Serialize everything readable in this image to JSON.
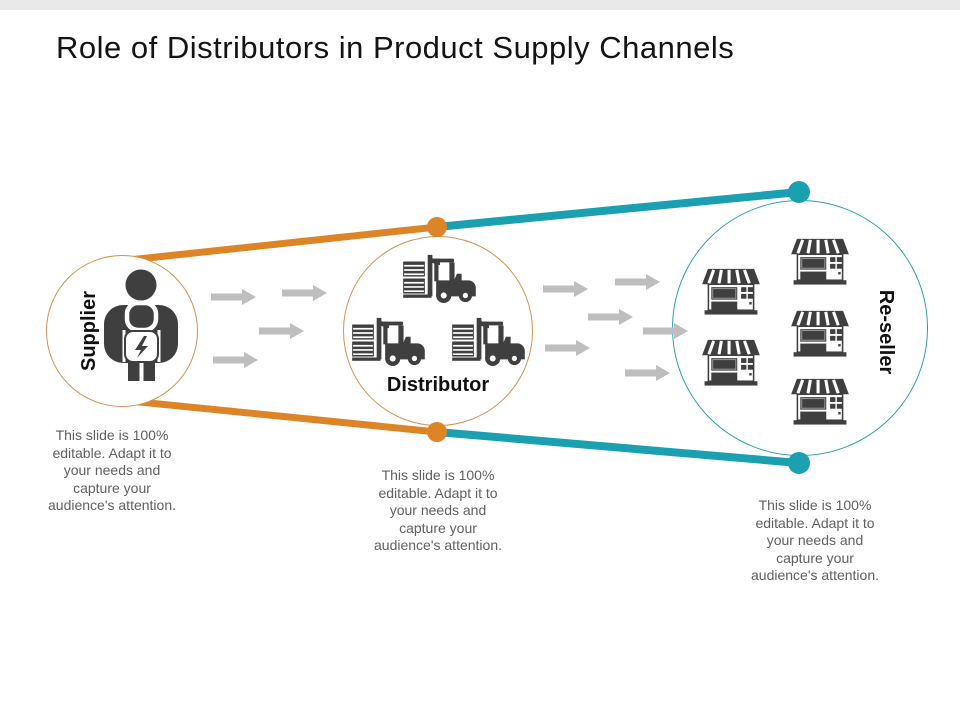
{
  "slide": {
    "title": "Role of Distributors in Product Supply Channels",
    "editable_note": "This slide is 100%\neditable. Adapt it to\nyour needs and\ncapture your\naudience's attention."
  },
  "nodes": {
    "supplier": {
      "label": "Supplier",
      "icon": "worker-icon",
      "icon_count": 1
    },
    "distributor": {
      "label": "Distributor",
      "icon": "forklift-icon",
      "icon_count": 3
    },
    "reseller": {
      "label": "Re-seller",
      "icon": "storefront-icon",
      "icon_count": 5
    }
  },
  "colors": {
    "orange": "#DD8427",
    "teal": "#1AA0B1",
    "icon_dark": "#3F3F3F",
    "arrow_gray": "#BEBEBE",
    "caption_gray": "#606060",
    "supplier_circle_border": "#CF9454",
    "reseller_circle_border": "#2FA1B1"
  }
}
